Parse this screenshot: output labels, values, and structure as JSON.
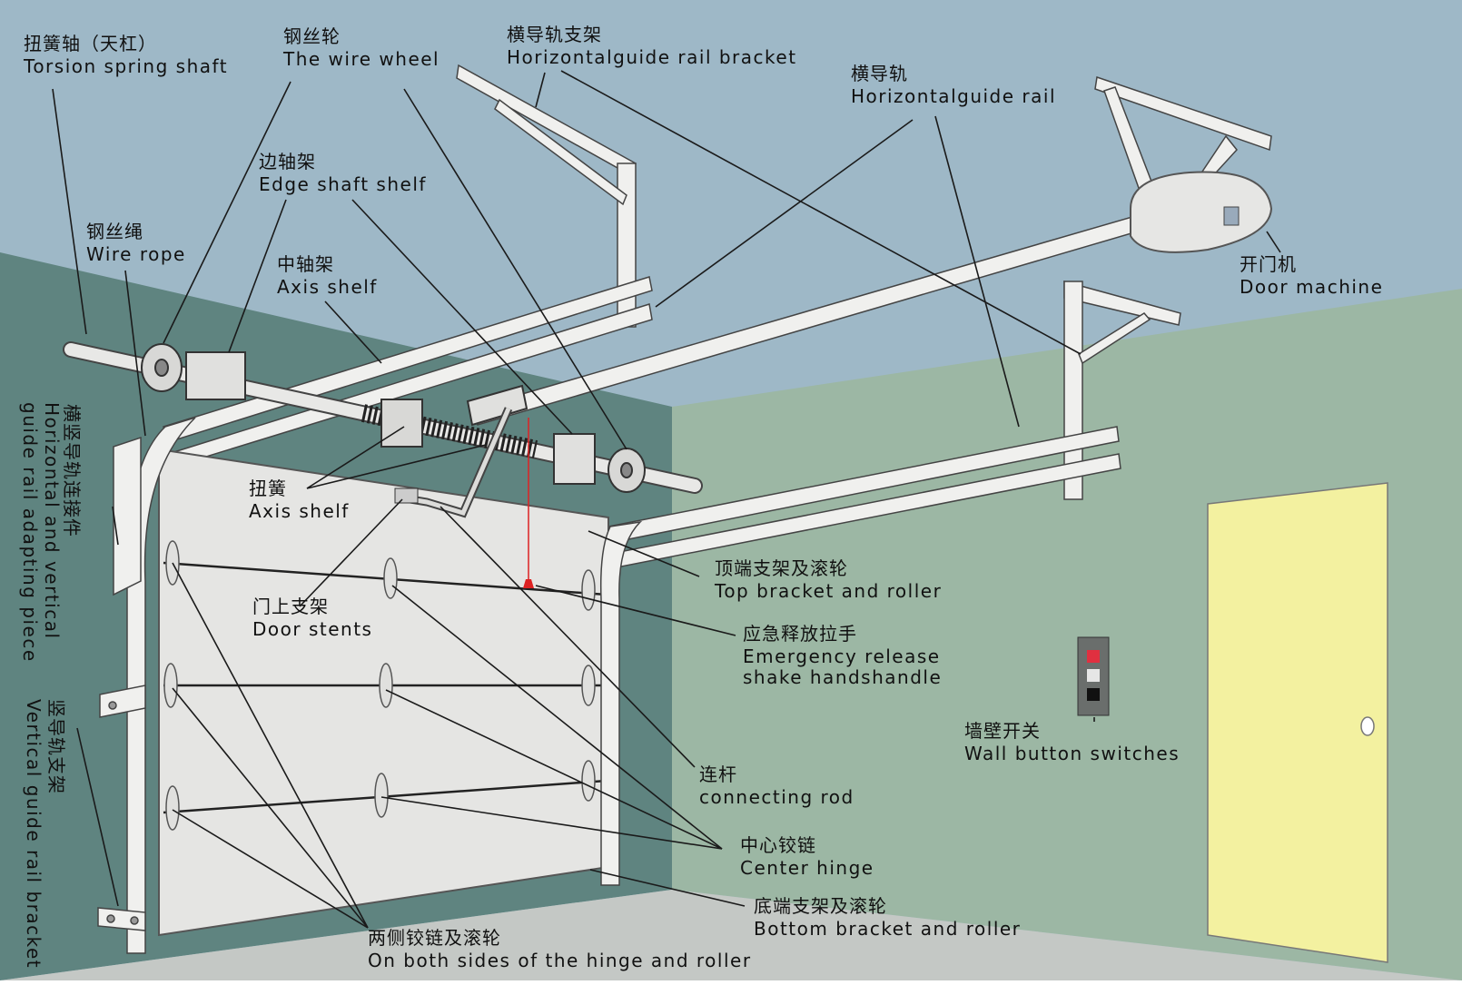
{
  "colors": {
    "sky": "#9eb8c7",
    "wall_dark": "#5f8480",
    "wall_right": "#9cb7a4",
    "floor": "#c4c8c5",
    "door_panel": "#e5e5e3",
    "entry_door": "#f3f1a0",
    "rail": "#f0f0ee",
    "rail_outline": "#444444"
  },
  "labels": {
    "torsion_shaft": {
      "zh": "扭簧轴（天杠）",
      "en": "Torsion spring shaft"
    },
    "wire_wheel": {
      "zh": "钢丝轮",
      "en": "The wire wheel"
    },
    "rail_bracket": {
      "zh": "横导轨支架",
      "en": "Horizontalguide rail  bracket"
    },
    "horizontal_rail": {
      "zh": "横导轨",
      "en": "Horizontalguide rail"
    },
    "edge_shaft": {
      "zh": "边轴架",
      "en": "Edge shaft shelf"
    },
    "wire_rope": {
      "zh": "钢丝绳",
      "en": "Wire rope"
    },
    "axis_shelf": {
      "zh": "中轴架",
      "en": "Axis shelf"
    },
    "door_machine": {
      "zh": "开门机",
      "en": "Door machine"
    },
    "adapting_piece": {
      "zh": "横竖导轨连接件",
      "en_line1": "Horizontal and vertical",
      "en_line2": "guide rail adapting piece"
    },
    "spring": {
      "zh": "扭簧",
      "en": "Axis shelf"
    },
    "top_bracket": {
      "zh": "顶端支架及滚轮",
      "en": "Top bracket and roller"
    },
    "door_stents": {
      "zh": "门上支架",
      "en": "Door stents"
    },
    "emergency": {
      "zh": "应急释放拉手",
      "en_line1": "Emergency release",
      "en_line2": "shake handshandle"
    },
    "wall_switch": {
      "zh": "墙壁开关",
      "en": "Wall button switches"
    },
    "connecting_rod": {
      "zh": "连杆",
      "en": "connecting rod"
    },
    "vertical_bracket": {
      "zh": "竖导轨支架",
      "en": "Vertical guide rail bracket"
    },
    "center_hinge": {
      "zh": "中心铰链",
      "en": "Center hinge"
    },
    "bottom_bracket": {
      "zh": "底端支架及滚轮",
      "en": "Bottom bracket and roller"
    },
    "side_hinge": {
      "zh": "两侧铰链及滚轮",
      "en": "On both sides of the hinge and roller"
    }
  }
}
